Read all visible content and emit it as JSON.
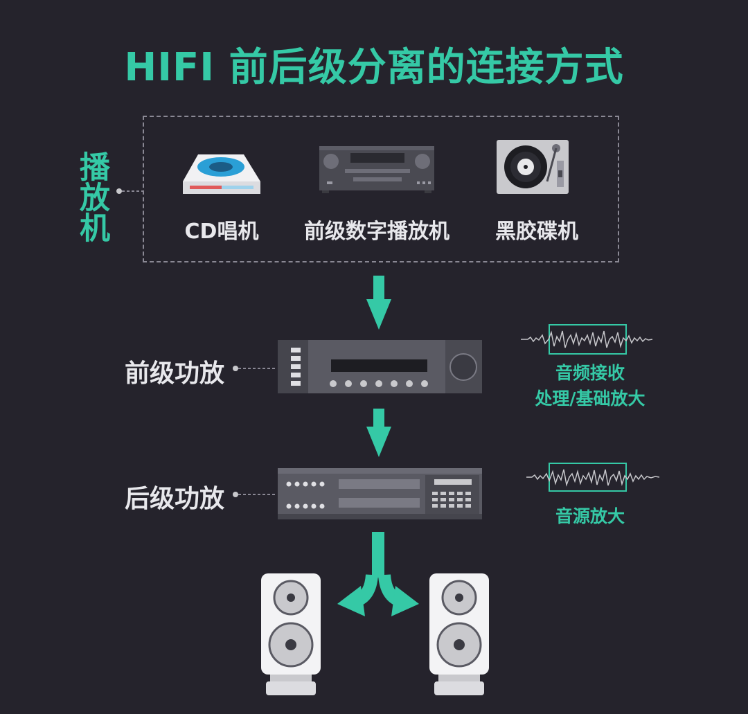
{
  "title": "HIFI 前后级分离的连接方式",
  "sources": {
    "group_label": "播放机",
    "items": [
      {
        "label": "CD唱机",
        "icon": "cd-player-icon"
      },
      {
        "label": "前级数字播放机",
        "icon": "digital-player-icon"
      },
      {
        "label": "黑胶碟机",
        "icon": "turntable-icon"
      }
    ]
  },
  "stages": [
    {
      "label": "前级功放",
      "icon": "preamp-icon",
      "feature_lines": [
        "音频接收",
        "处理/基础放大"
      ]
    },
    {
      "label": "后级功放",
      "icon": "power-amp-icon",
      "feature_lines": [
        "音源放大"
      ]
    }
  ],
  "output": {
    "icon": "speaker-icon"
  },
  "colors": {
    "background": "#25232c",
    "accent": "#35c9a6",
    "text": "#e8e8ec"
  }
}
